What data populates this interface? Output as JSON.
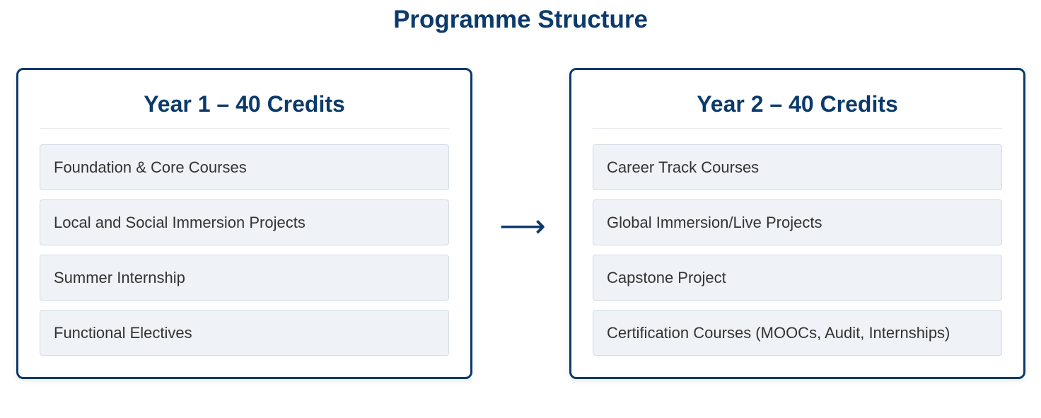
{
  "title": "Programme Structure",
  "arrow_icon": "right-arrow-icon",
  "arrow_glyph": "⟶",
  "colors": {
    "primary": "#0b3a6b",
    "item_bg": "#eff2f7",
    "item_border": "#d3dbe5"
  },
  "years": [
    {
      "title": "Year 1 – 40 Credits",
      "items": [
        "Foundation & Core Courses",
        "Local and Social Immersion Projects",
        "Summer Internship",
        "Functional Electives"
      ]
    },
    {
      "title": "Year 2 – 40 Credits",
      "items": [
        "Career Track Courses",
        "Global Immersion/Live Projects",
        "Capstone Project",
        "Certification Courses (MOOCs, Audit, Internships)"
      ]
    }
  ]
}
